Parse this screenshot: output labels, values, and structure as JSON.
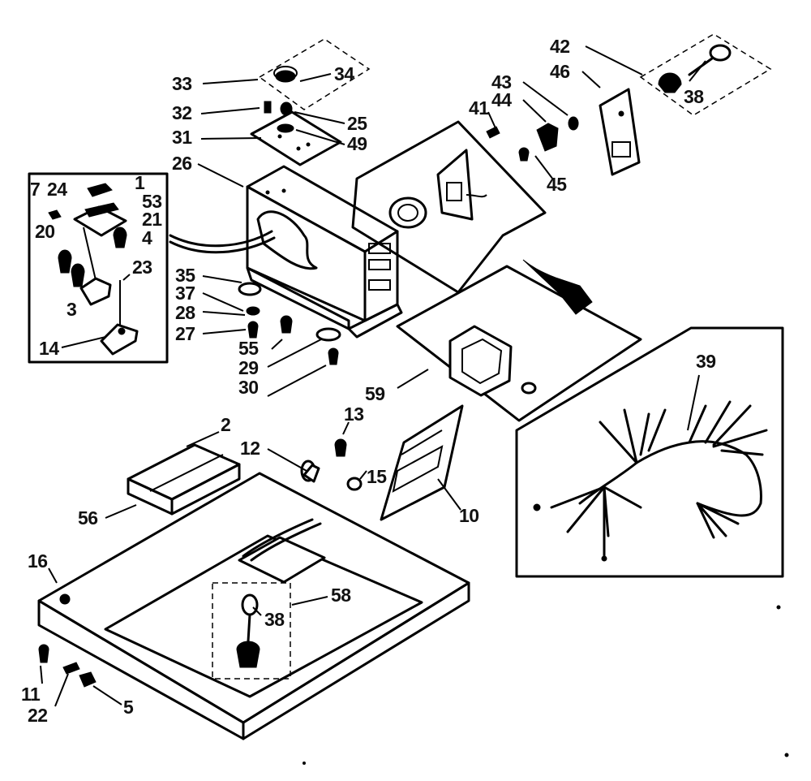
{
  "parts": [
    {
      "id": "p33",
      "text": "33"
    },
    {
      "id": "p34",
      "text": "34"
    },
    {
      "id": "p32",
      "text": "32"
    },
    {
      "id": "p25",
      "text": "25"
    },
    {
      "id": "p31",
      "text": "31"
    },
    {
      "id": "p49",
      "text": "49"
    },
    {
      "id": "p26",
      "text": "26"
    },
    {
      "id": "p7",
      "text": "7"
    },
    {
      "id": "p24",
      "text": "24"
    },
    {
      "id": "p1",
      "text": "1"
    },
    {
      "id": "p53",
      "text": "53"
    },
    {
      "id": "p21",
      "text": "21"
    },
    {
      "id": "p4",
      "text": "4"
    },
    {
      "id": "p20",
      "text": "20"
    },
    {
      "id": "p23",
      "text": "23"
    },
    {
      "id": "p3",
      "text": "3"
    },
    {
      "id": "p14",
      "text": "14"
    },
    {
      "id": "p35",
      "text": "35"
    },
    {
      "id": "p37",
      "text": "37"
    },
    {
      "id": "p28",
      "text": "28"
    },
    {
      "id": "p27",
      "text": "27"
    },
    {
      "id": "p55",
      "text": "55"
    },
    {
      "id": "p29",
      "text": "29"
    },
    {
      "id": "p30",
      "text": "30"
    },
    {
      "id": "p41",
      "text": "41"
    },
    {
      "id": "p42",
      "text": "42"
    },
    {
      "id": "p46",
      "text": "46"
    },
    {
      "id": "p43",
      "text": "43"
    },
    {
      "id": "p44",
      "text": "44"
    },
    {
      "id": "p38a",
      "text": "38"
    },
    {
      "id": "p45",
      "text": "45"
    },
    {
      "id": "p39",
      "text": "39"
    },
    {
      "id": "p59",
      "text": "59"
    },
    {
      "id": "p13",
      "text": "13"
    },
    {
      "id": "p2",
      "text": "2"
    },
    {
      "id": "p12",
      "text": "12"
    },
    {
      "id": "p15",
      "text": "15"
    },
    {
      "id": "p56",
      "text": "56"
    },
    {
      "id": "p10",
      "text": "10"
    },
    {
      "id": "p16",
      "text": "16"
    },
    {
      "id": "p58",
      "text": "58"
    },
    {
      "id": "p38b",
      "text": "38"
    },
    {
      "id": "p11",
      "text": "11"
    },
    {
      "id": "p22",
      "text": "22"
    },
    {
      "id": "p5",
      "text": "5"
    }
  ]
}
